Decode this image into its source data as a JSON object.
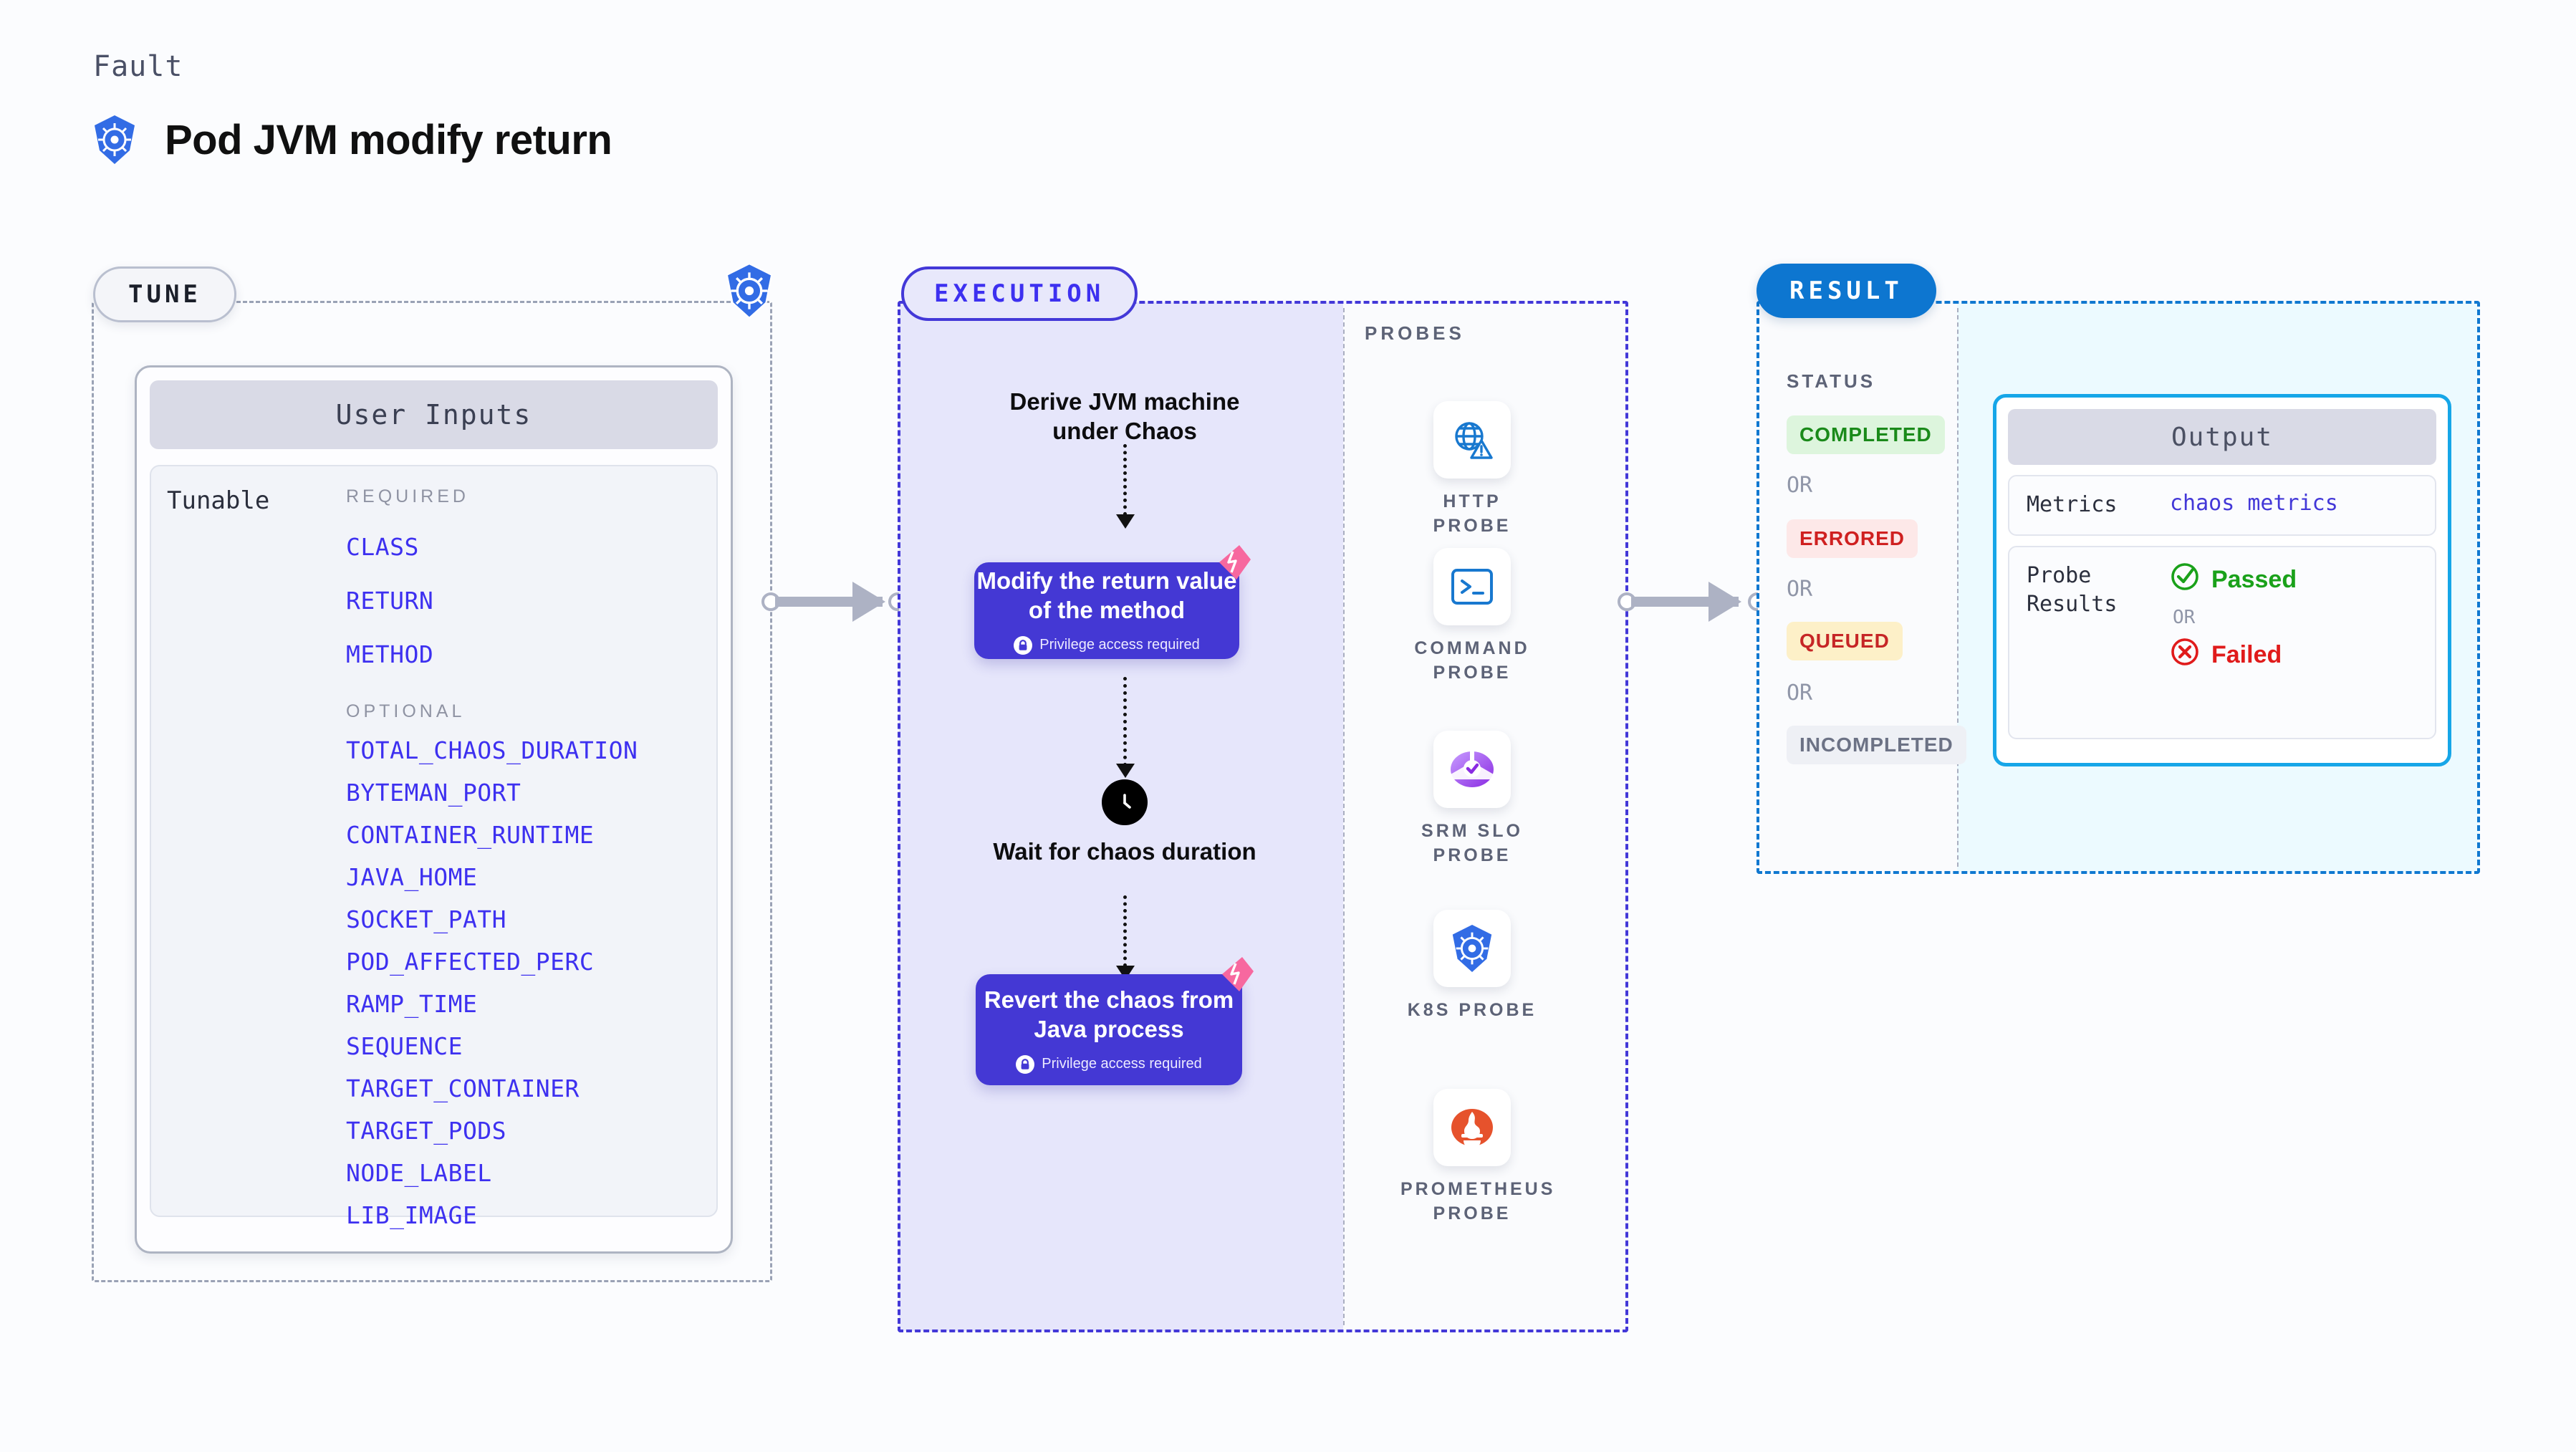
{
  "header": {
    "eyebrow": "Fault",
    "title": "Pod JVM modify return",
    "icon": "kubernetes-icon"
  },
  "tune": {
    "pill_label": "TUNE",
    "badge_icon": "kubernetes-icon",
    "card_title": "User Inputs",
    "tunable_label": "Tunable",
    "required_label": "REQUIRED",
    "optional_label": "OPTIONAL",
    "required_params": [
      "CLASS",
      "RETURN",
      "METHOD"
    ],
    "optional_params": [
      "TOTAL_CHAOS_DURATION",
      "BYTEMAN_PORT",
      "CONTAINER_RUNTIME",
      "JAVA_HOME",
      "SOCKET_PATH",
      "POD_AFFECTED_PERC",
      "RAMP_TIME",
      "SEQUENCE",
      "TARGET_CONTAINER",
      "TARGET_PODS",
      "NODE_LABEL",
      "LIB_IMAGE"
    ]
  },
  "execution": {
    "pill_label": "EXECUTION",
    "step1": "Derive JVM machine under Chaos",
    "step2_title": "Modify the return value of the method",
    "step2_note": "Privilege access required",
    "step3": "Wait for chaos duration",
    "step3_icon": "clock-icon",
    "step4_title": "Revert the chaos from Java process",
    "step4_note": "Privilege access required"
  },
  "probes": {
    "title": "PROBES",
    "items": [
      {
        "label": "HTTP PROBE",
        "icon": "globe-warning-icon"
      },
      {
        "label": "COMMAND PROBE",
        "icon": "terminal-icon"
      },
      {
        "label": "SRM SLO PROBE",
        "icon": "srm-slo-icon"
      },
      {
        "label": "K8S PROBE",
        "icon": "kubernetes-icon"
      },
      {
        "label": "PROMETHEUS PROBE",
        "icon": "prometheus-icon"
      }
    ]
  },
  "result": {
    "pill_label": "RESULT",
    "status_title": "STATUS",
    "or_label": "OR",
    "statuses": [
      {
        "label": "COMPLETED",
        "color": "#1a8a1a",
        "bg": "#ddf5dd"
      },
      {
        "label": "ERRORED",
        "color": "#cf2020",
        "bg": "#fde8e8"
      },
      {
        "label": "QUEUED",
        "color": "#c62626",
        "bg": "#fdf0c8"
      },
      {
        "label": "INCOMPLETED",
        "color": "#6c7285",
        "bg": "#eef0f5"
      }
    ],
    "output": {
      "title": "Output",
      "metrics_key": "Metrics",
      "metrics_value": "chaos metrics",
      "probe_key": "Probe Results",
      "passed_label": "Passed",
      "failed_label": "Failed",
      "or_label": "OR",
      "passed_icon": "check-circle-icon",
      "failed_icon": "x-circle-icon"
    }
  },
  "colors": {
    "accent_purple": "#4338d8",
    "accent_blue": "#0d76d0",
    "accent_cyan": "#16a6e8",
    "param_blue": "#3d30f0",
    "chaos_pink": "#f7689f"
  }
}
